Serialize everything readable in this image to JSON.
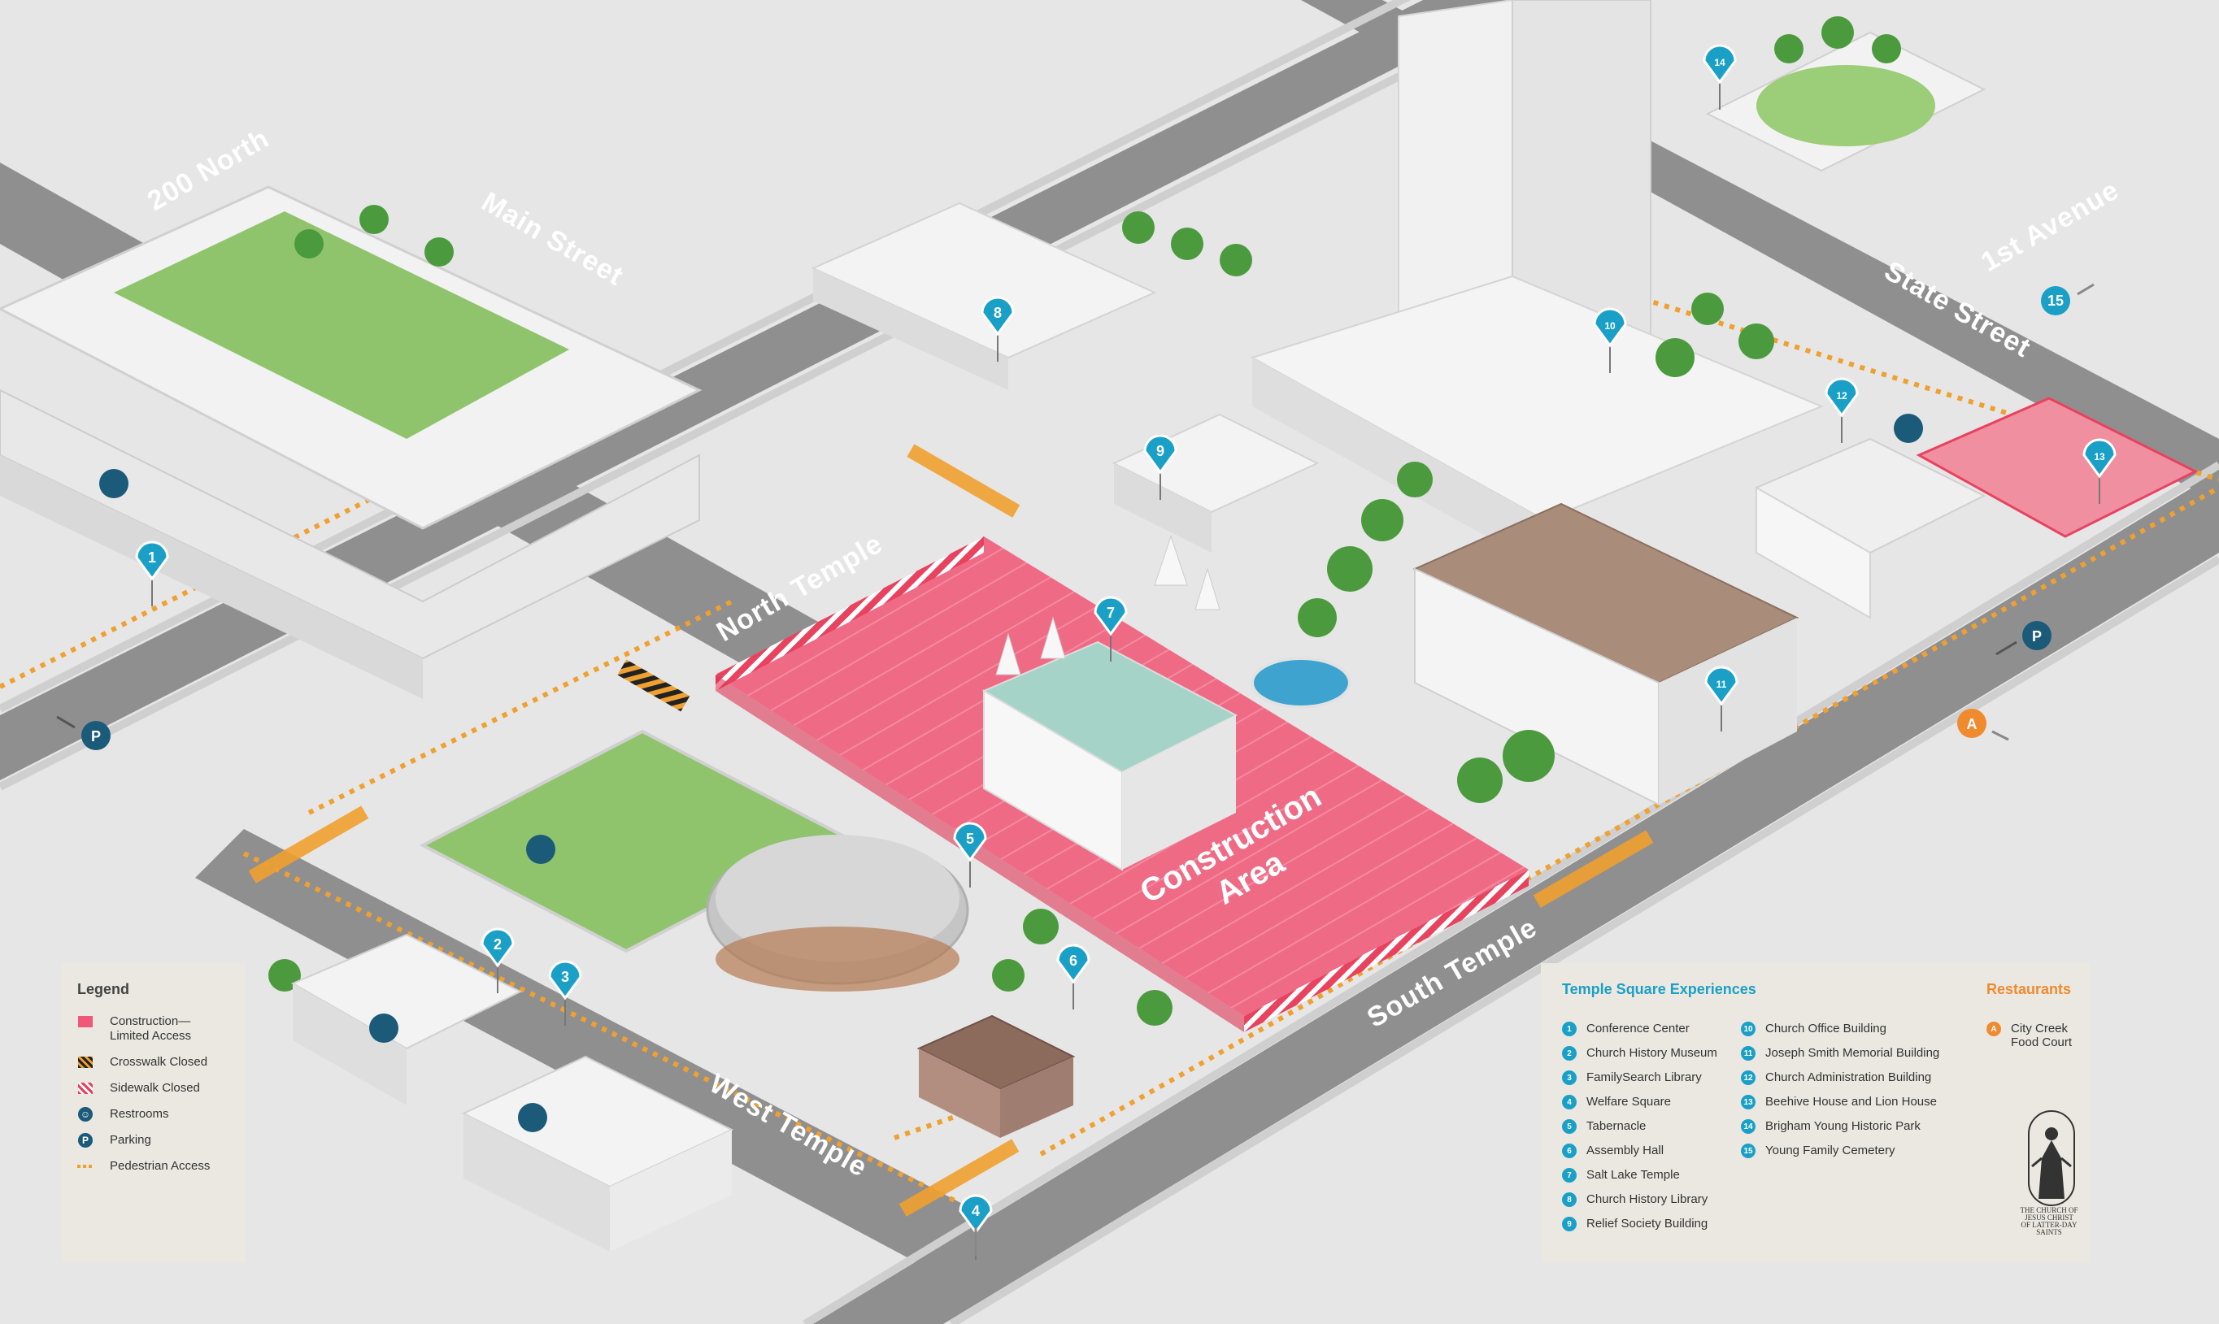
{
  "streets": {
    "n200": "200 North",
    "main": "Main Street",
    "north_temple": "North Temple",
    "state": "State Street",
    "first_ave": "1st Avenue",
    "south_temple": "South Temple",
    "west_temple": "West Temple"
  },
  "construction_label": [
    "Construction",
    "Area"
  ],
  "pins": [
    {
      "num": "1",
      "color": "#1aa0c7"
    },
    {
      "num": "2",
      "color": "#1aa0c7"
    },
    {
      "num": "3",
      "color": "#1aa0c7"
    },
    {
      "num": "4",
      "color": "#1aa0c7"
    },
    {
      "num": "5",
      "color": "#1aa0c7"
    },
    {
      "num": "6",
      "color": "#1aa0c7"
    },
    {
      "num": "7",
      "color": "#1aa0c7"
    },
    {
      "num": "8",
      "color": "#1aa0c7"
    },
    {
      "num": "9",
      "color": "#1aa0c7"
    },
    {
      "num": "10",
      "color": "#1aa0c7"
    },
    {
      "num": "11",
      "color": "#1aa0c7"
    },
    {
      "num": "12",
      "color": "#1aa0c7"
    },
    {
      "num": "13",
      "color": "#1aa0c7"
    },
    {
      "num": "14",
      "color": "#1aa0c7"
    }
  ],
  "off_map": {
    "p15": "15",
    "parking": "P",
    "food_a": "A"
  },
  "legend": {
    "title": "Legend",
    "items": [
      {
        "label": "Construction—Limited Access",
        "kind": "construction"
      },
      {
        "label": "Crosswalk Closed",
        "kind": "crosswalk"
      },
      {
        "label": "Sidewalk Closed",
        "kind": "sidewalk"
      },
      {
        "label": "Restrooms",
        "kind": "restroom",
        "glyph": "☺"
      },
      {
        "label": "Parking",
        "kind": "parking",
        "glyph": "P"
      },
      {
        "label": "Pedestrian Access",
        "kind": "pedestrian"
      }
    ]
  },
  "experiences": {
    "title": "Temple Square Experiences",
    "col1": [
      {
        "num": "1",
        "label": "Conference Center"
      },
      {
        "num": "2",
        "label": "Church History Museum"
      },
      {
        "num": "3",
        "label": "FamilySearch Library"
      },
      {
        "num": "4",
        "label": "Welfare Square"
      },
      {
        "num": "5",
        "label": "Tabernacle"
      },
      {
        "num": "6",
        "label": "Assembly Hall"
      },
      {
        "num": "7",
        "label": "Salt Lake Temple"
      },
      {
        "num": "8",
        "label": "Church History Library"
      },
      {
        "num": "9",
        "label": "Relief Society Building"
      }
    ],
    "col2": [
      {
        "num": "10",
        "label": "Church Office Building"
      },
      {
        "num": "11",
        "label": "Joseph Smith Memorial Building"
      },
      {
        "num": "12",
        "label": "Church Administration Building"
      },
      {
        "num": "13",
        "label": "Beehive House and Lion House"
      },
      {
        "num": "14",
        "label": "Brigham Young Historic Park"
      },
      {
        "num": "15",
        "label": "Young Family Cemetery"
      }
    ]
  },
  "restaurants": {
    "title": "Restaurants",
    "items": [
      {
        "num": "A",
        "label": "City Creek Food Court"
      }
    ]
  },
  "logo_text": [
    "THE CHURCH OF",
    "JESUS CHRIST",
    "OF LATTER-DAY SAINTS"
  ],
  "colors": {
    "road": "#8f8f8f",
    "sidewalk": "#d9d9d9",
    "construction": "#ef6a85",
    "construction_edge": "#e03555",
    "grass": "#8cc26a",
    "tree": "#4c9a3e",
    "building": "#f4f4f4",
    "pin": "#1aa0c7",
    "pedestrian": "#f0a030"
  }
}
